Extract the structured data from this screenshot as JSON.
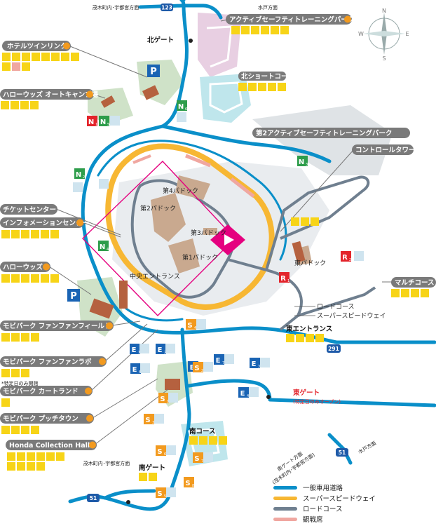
{
  "road_labels": {
    "top_left_direction": "茂木町内･宇都宮方面",
    "top_right_direction": "水戸方面",
    "route_123": "123",
    "route_291": "291",
    "route_51_east": "51",
    "route_51_south": "51",
    "bottom_left_direction": "茂木町内･宇都宮方面",
    "mito_direction_right": "水戸方面",
    "south_gate_direction": "南ゲート方面\n(茂木町内･宇都宮方面)"
  },
  "compass": {
    "n": "N",
    "s": "S",
    "e": "E",
    "w": "W"
  },
  "callouts": {
    "hotel": "ホテルツインリンク",
    "autocamp": "ハローウッズ オートキャンプ場",
    "ticket": "チケットセンター",
    "information": "インフォメーションセンター",
    "hellowoods": "ハローウッズ",
    "fanfun_field": "モビパーク ファンファンフィールド",
    "fanfun_lab": "モビパーク ファンファンラボ",
    "fanfun_lab_note": "*特定日のみ開館",
    "kartland": "モビパーク カートランド",
    "putchitown": "モビパーク プッチタウン",
    "collection_hall": "Honda Collection Hall",
    "active_safety": "アクティブセーフティトレーニングパーク",
    "active_safety_2": "第2アクティブセーフティトレーニングパーク",
    "control_tower": "コントロールタワー",
    "multi_course": "マルチコース"
  },
  "map_labels": {
    "north_gate": "北ゲート",
    "north_short": "北ショートコース",
    "paddock_4": "第4パドック",
    "paddock_2": "第2パドック",
    "paddock_3": "第3パドック",
    "paddock_1": "第1パドック",
    "east_paddock": "東パドック",
    "central_entrance": "中央エントランス",
    "road_course": "ロードコース",
    "super_speedway": "スーパースピードウェイ",
    "east_entrance": "東エントランス",
    "east_gate": "東ゲート",
    "east_gate_note": "(特定日のみオープン)",
    "south_course": "南コース",
    "south_gate": "南ゲート"
  },
  "parking_labels": {
    "P": "P",
    "N1": "N",
    "N1_sub": "1",
    "N2": "N",
    "N2_sub": "2",
    "N3": "N",
    "N3_sub": "3",
    "N4": "N",
    "N4_sub": "4",
    "N5": "N",
    "N5_sub": "5",
    "N6": "N",
    "N6_sub": "6",
    "R1": "R",
    "R1_sub": "1",
    "R2": "R",
    "R2_sub": "2",
    "E1": "E",
    "E1_sub": "1",
    "E2": "E",
    "E2_sub": "2",
    "E3": "E",
    "E3_sub": "3",
    "E4": "E",
    "E4_sub": "4",
    "E5": "E",
    "E5_sub": "5",
    "E6": "E",
    "E6_sub": "6",
    "E7": "E",
    "E7_sub": "7",
    "S1": "S",
    "S1_sub": "1",
    "S2": "S",
    "S2_sub": "2",
    "S3": "S",
    "S3_sub": "3",
    "S4": "S",
    "S4_sub": "4",
    "S5": "S",
    "S5_sub": "5",
    "S6": "S",
    "S6_sub": "6",
    "S7": "S",
    "S7_sub": "7",
    "S8": "S",
    "S8_sub": "8"
  },
  "legend": [
    {
      "label": "一般車用道路",
      "color": "#0a8fc9"
    },
    {
      "label": "スーパースピードウェイ",
      "color": "#f7b733"
    },
    {
      "label": "ロードコース",
      "color": "#6f7f8f"
    },
    {
      "label": "観戦席",
      "color": "#f0a7a0"
    }
  ],
  "colors": {
    "road": "#0a8fc9",
    "speedway": "#f7b733",
    "roadcourse": "#6f7f8f",
    "callout": "#7a7a7a",
    "parking_green": "#2e9d4b",
    "parking_blue": "#1a64b4",
    "parking_red": "#e3242b",
    "parking_orange": "#f29a1f",
    "parking_ghost": "#cfe4ef",
    "icon_yellow": "#f7d417",
    "accent_magenta": "#e5007f"
  }
}
